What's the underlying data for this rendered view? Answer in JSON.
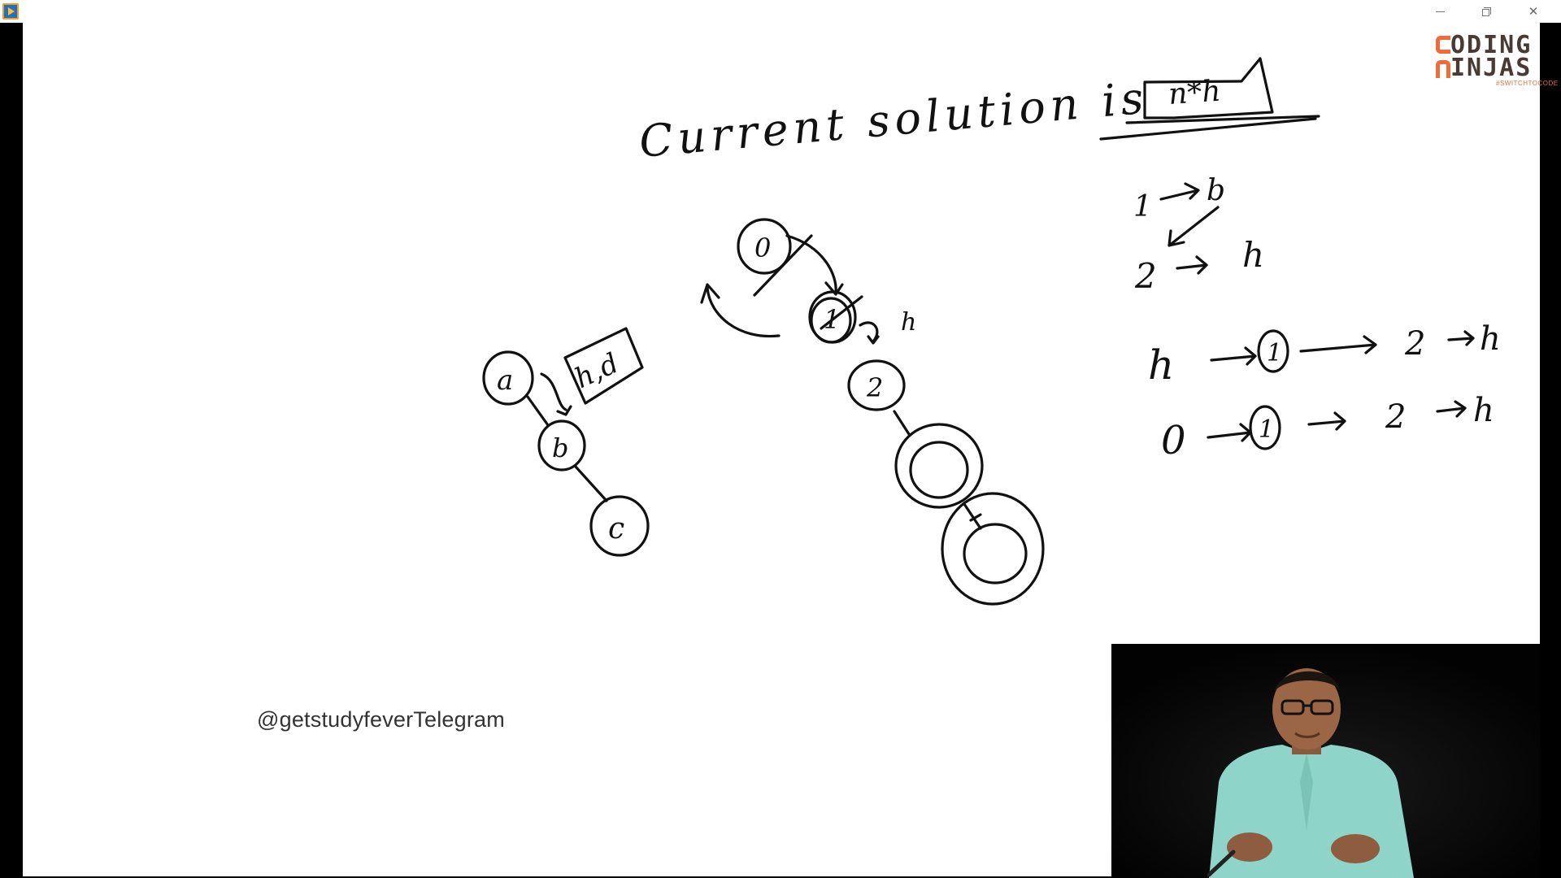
{
  "window": {
    "title_icon": "media-player-icon",
    "controls": {
      "minimize": "minimize-icon",
      "restore": "restore-icon",
      "close": "close-icon"
    }
  },
  "logo": {
    "line1": "ODING",
    "line2": "INJAS",
    "tagline": "#SWITCHTOCODE"
  },
  "board": {
    "heading_text": "Current solution is",
    "heading_box": "n*h",
    "left_tree_nodes": [
      "a",
      "b",
      "c"
    ],
    "left_box": "h,d",
    "middle_nodes": [
      "0",
      "1",
      "2"
    ],
    "middle_arrow_label": "h",
    "right_notes": {
      "line1": [
        "1",
        "b"
      ],
      "line2": [
        "2",
        "h"
      ],
      "line3": [
        "h",
        "1",
        "2",
        "h"
      ],
      "line4": [
        "0",
        "1",
        "2",
        "h"
      ]
    }
  },
  "watermark": "@getstudyfeverTelegram",
  "pip": {
    "description_icon": "instructor-video"
  },
  "colors": {
    "ink": "#111111",
    "board_bg": "#ffffff",
    "frame_bg": "#000000",
    "brand_orange": "#f26a3a",
    "brand_dark": "#4a3a34",
    "shirt": "#8fd4c8"
  }
}
